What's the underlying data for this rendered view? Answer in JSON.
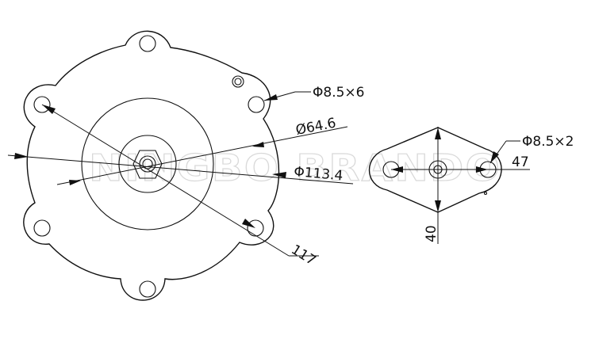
{
  "watermark": "NINGBO BRANDO",
  "main_part": {
    "bolt_holes_label": "Φ8.5×6",
    "inner_diameter_label": "Ø64.6",
    "outer_diameter_label": "Φ113.4",
    "span_label": "117"
  },
  "plate_part": {
    "holes_label": "Φ8.5×2",
    "width_label": "47",
    "height_label": "40"
  }
}
